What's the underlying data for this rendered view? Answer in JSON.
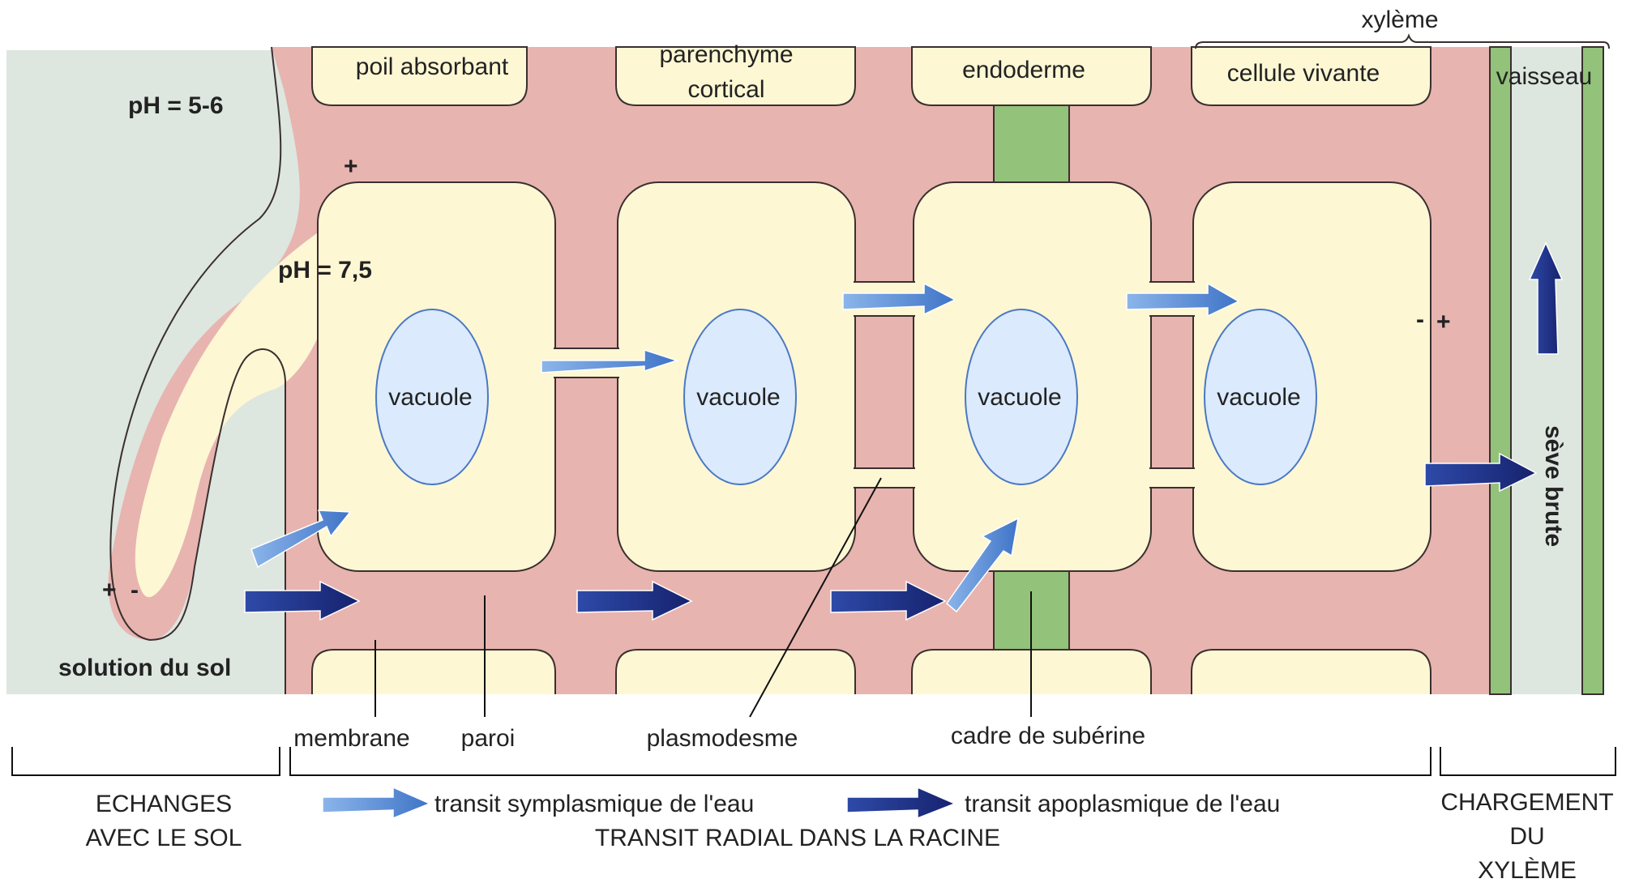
{
  "labels": {
    "ph_soil": "pH = 5-6",
    "ph_root": "pH = 7,5",
    "soil_solution": "solution du sol",
    "root_hair": "poil absorbant",
    "cortical_line1": "parenchyme",
    "cortical_line2": "cortical",
    "endoderm": "endoderme",
    "living_cell": "cellule vivante",
    "xylem": "xylème",
    "vessel": "vaisseau",
    "raw_sap": "sève brute",
    "vacuole": "vacuole",
    "plus": "+",
    "minus": "-",
    "membrane": "membrane",
    "wall": "paroi",
    "plasmodesm": "plasmodesme",
    "suberin": "cadre  de subérine"
  },
  "legend": {
    "symplastic": "transit symplasmique de l'eau",
    "apoplastic": "transit apoplasmique de l'eau",
    "radial_transit": "TRANSIT RADIAL DANS LA RACINE",
    "exchanges_line1": "ECHANGES",
    "exchanges_line2": "AVEC LE SOL",
    "loading_line1": "CHARGEMENT",
    "loading_line2": "DU",
    "loading_line3": "XYLÈME"
  },
  "colors": {
    "wall": "#e8b4b0",
    "cytoplasm": "#fdf7d4",
    "vacuole": "#dbeafc",
    "vacuole_stroke": "#4a78c4",
    "soil": "#dde6df",
    "suberin": "#93c27a",
    "symplastic_arrow": "#5b8fd6",
    "apoplastic_arrow": "#1f2f8a"
  }
}
